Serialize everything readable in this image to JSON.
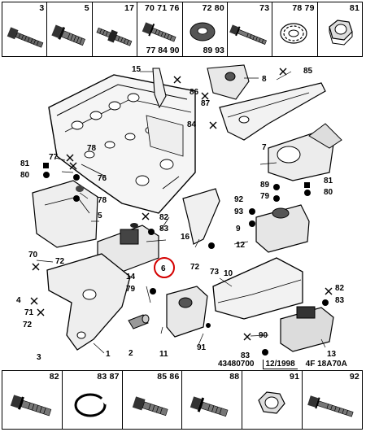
{
  "top_strip": [
    {
      "labels": [
        "3"
      ],
      "icon": "bolt-long"
    },
    {
      "labels": [
        "5"
      ],
      "icon": "bolt-flange"
    },
    {
      "labels": [
        "17"
      ],
      "icon": "stud-bolt"
    },
    {
      "labels": [
        "70 71 76",
        "77 84 90"
      ],
      "icon": "bolt-hex-flange"
    },
    {
      "labels": [
        "72 80",
        "89 93"
      ],
      "icon": "washer"
    },
    {
      "labels": [
        "73"
      ],
      "icon": "bolt-long-thin"
    },
    {
      "labels": [
        "78 79"
      ],
      "icon": "lock-washer"
    },
    {
      "labels": [
        "81"
      ],
      "icon": "hex-nut"
    }
  ],
  "bottom_strip": [
    {
      "labels": [
        "82"
      ],
      "icon": "bolt-flange"
    },
    {
      "labels": [
        "83 87"
      ],
      "icon": "spring-washer"
    },
    {
      "labels": [
        "85 86"
      ],
      "icon": "bolt-short"
    },
    {
      "labels": [
        "88"
      ],
      "icon": "flange-nut"
    },
    {
      "labels": [
        "91"
      ],
      "icon": "hex-nut"
    },
    {
      "labels": [
        "92"
      ],
      "icon": "bolt-long"
    }
  ],
  "callouts": {
    "c15": "15",
    "c8": "8",
    "c85": "85",
    "c86": "86",
    "c87": "87",
    "c84": "84",
    "c7": "7",
    "c77": "77",
    "c81a": "81",
    "c80a": "80",
    "c78a": "78",
    "c76": "76",
    "c78b": "78",
    "c89": "89",
    "c79a": "79",
    "c81b": "81",
    "c80b": "80",
    "c92": "92",
    "c93": "93",
    "c5": "5",
    "c82a": "82",
    "c83a": "83",
    "c9": "9",
    "c12": "12",
    "c16": "16",
    "c72a": "72",
    "c73": "73",
    "c70": "70",
    "c72b": "72",
    "c6": "6",
    "c10": "10",
    "c4": "4",
    "c14": "14",
    "c79b": "79",
    "c82b": "82",
    "c83b": "83",
    "c71": "71",
    "c72c": "72",
    "c3": "3",
    "c1": "1",
    "c2": "2",
    "c11": "11",
    "c91": "91",
    "c90": "90",
    "c83c": "83",
    "c13": "13"
  },
  "reference": {
    "number": "43480700",
    "date": "12/1998",
    "code": "4F 18A70A"
  }
}
